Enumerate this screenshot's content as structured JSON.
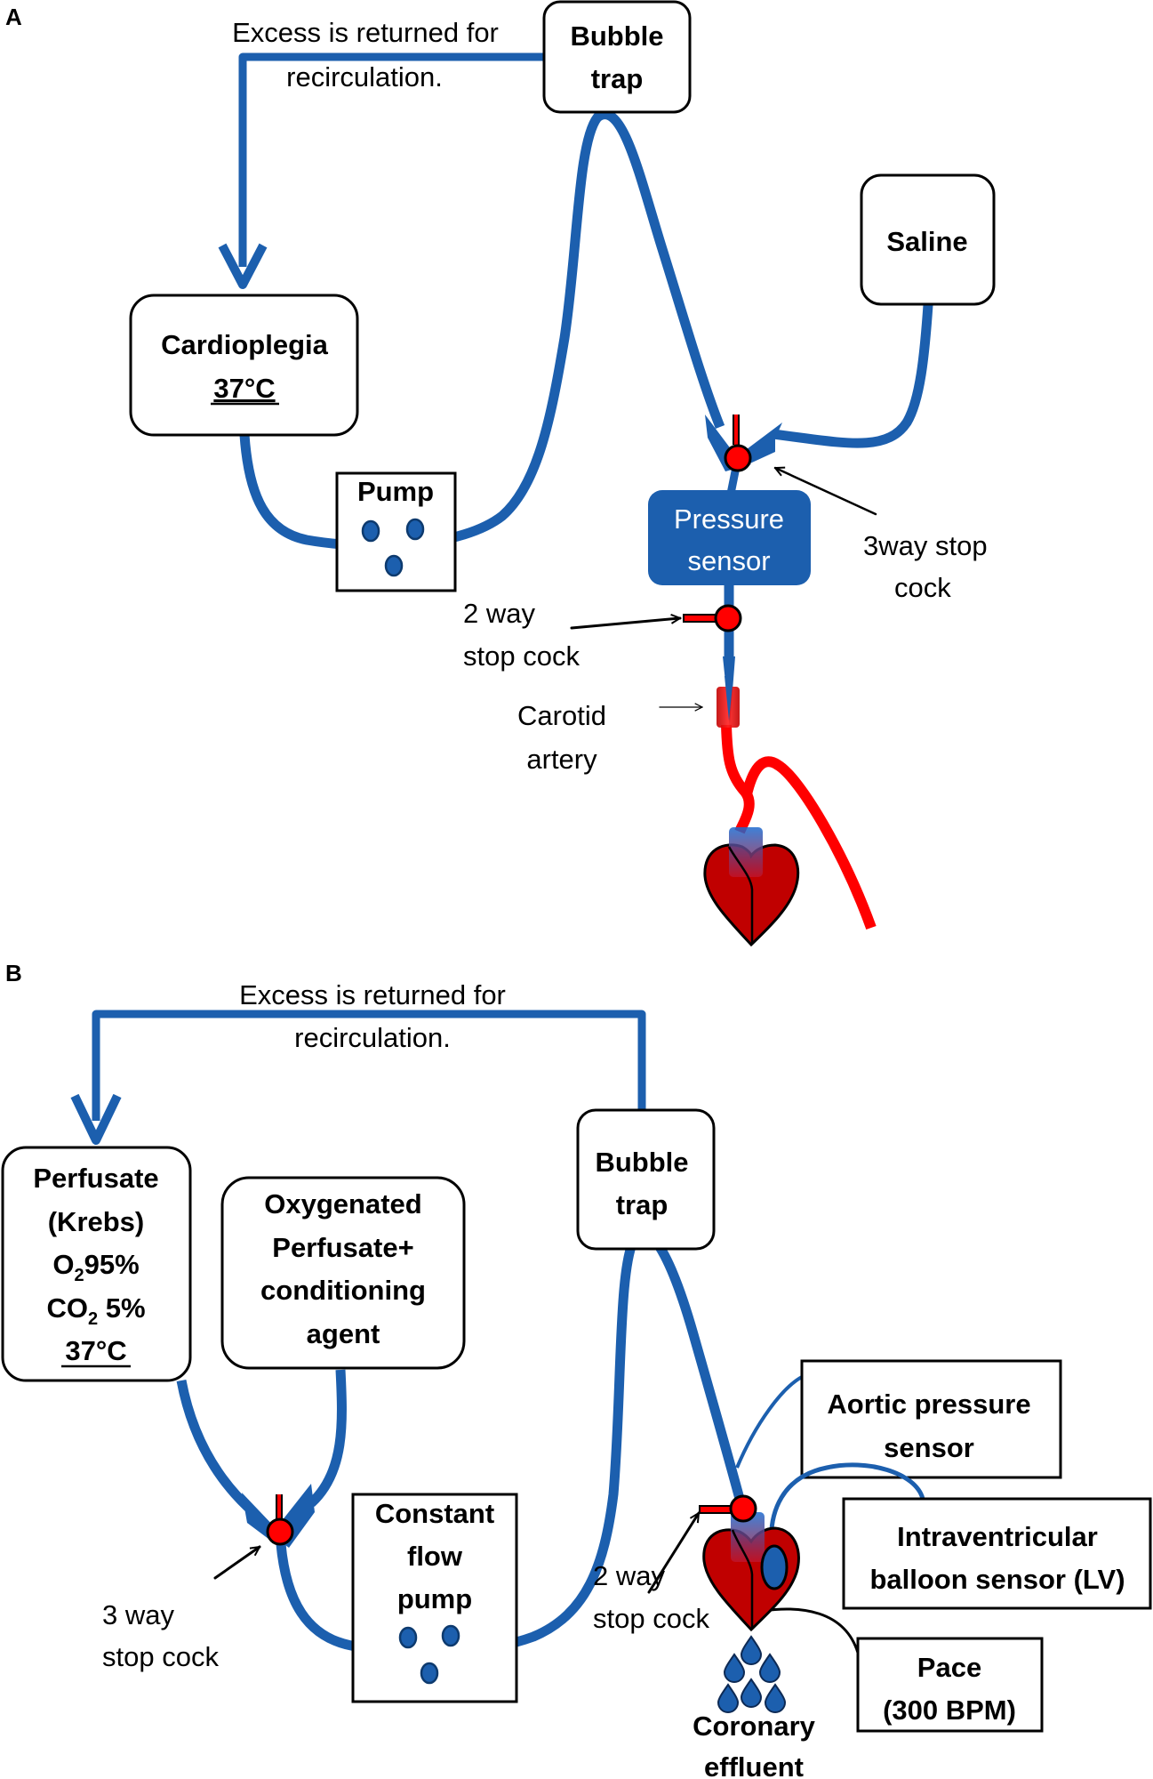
{
  "figure": {
    "colors": {
      "tubing": "#1c5fae",
      "valve": "#ff0000",
      "artery": "#ff0000",
      "heart": "#c00000",
      "sensor_fill": "#1c5fae",
      "outline": "#000000"
    },
    "panel_a": {
      "label": "A",
      "recirc_note": [
        "Excess is returned for",
        "recirculation."
      ],
      "bubble_trap": [
        "Bubble",
        "trap"
      ],
      "cardioplegia": {
        "name": "Cardioplegia",
        "temp": "37°C"
      },
      "saline": "Saline",
      "pump": "Pump",
      "pressure_sensor": [
        "Pressure",
        "sensor"
      ],
      "three_way": [
        "3way stop",
        "cock"
      ],
      "two_way": [
        "2 way",
        "stop cock"
      ],
      "carotid": [
        "Carotid",
        "artery"
      ]
    },
    "panel_b": {
      "label": "B",
      "recirc_note": [
        "Excess is returned for",
        "recirculation."
      ],
      "bubble_trap": [
        "Bubble",
        "trap"
      ],
      "perfusate": {
        "line1": "Perfusate",
        "line2": "(Krebs)",
        "o2_prefix": "O",
        "o2_sub": "2",
        "o2_value": "95%",
        "co2_prefix": "CO",
        "co2_sub": "2",
        "co2_value": " 5%",
        "temp": "37°C"
      },
      "oxygenated": [
        "Oxygenated",
        "Perfusate+",
        "conditioning",
        "agent"
      ],
      "pump": [
        "Constant",
        "flow",
        "pump"
      ],
      "three_way": [
        "3 way",
        "stop cock"
      ],
      "two_way": [
        "2 way",
        "stop cock"
      ],
      "aortic": [
        "Aortic pressure",
        "sensor"
      ],
      "intraventricular": [
        "Intraventricular",
        "balloon sensor (LV)"
      ],
      "pace": [
        "Pace",
        "(300 BPM)"
      ],
      "effluent": [
        "Coronary",
        "effluent"
      ]
    }
  }
}
